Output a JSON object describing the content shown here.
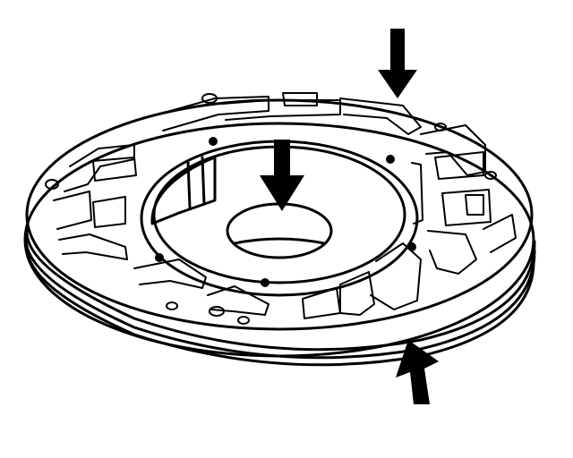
{
  "figure": {
    "subject": "pump-cover-plate-line-drawing",
    "background_color": "#ffffff",
    "line_color": "#000000",
    "callout_arrows": [
      {
        "name": "top-right-arrow",
        "direction": "down"
      },
      {
        "name": "center-arrow",
        "direction": "down"
      },
      {
        "name": "bottom-right-arrow",
        "direction": "up"
      }
    ]
  }
}
